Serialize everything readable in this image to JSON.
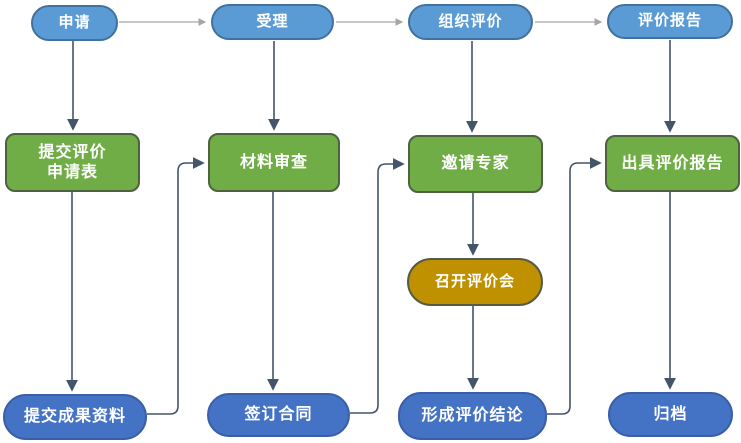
{
  "diagram": {
    "nodes": {
      "apply": {
        "label": "申请"
      },
      "accept": {
        "label": "受理"
      },
      "organize_evaluation": {
        "label": "组织评价"
      },
      "evaluation_report": {
        "label": "评价报告"
      },
      "submit_application_form": {
        "label": "提交评价\n申请表"
      },
      "material_review": {
        "label": "材料审查"
      },
      "invite_experts": {
        "label": "邀请专家"
      },
      "issue_report": {
        "label": "出具评价报告"
      },
      "hold_meeting": {
        "label": "召开评价会"
      },
      "submit_materials": {
        "label": "提交成果资料"
      },
      "sign_contract": {
        "label": "签订合同"
      },
      "form_conclusion": {
        "label": "形成评价结论"
      },
      "archive": {
        "label": "归档"
      }
    },
    "edges": [
      {
        "from": "apply",
        "to": "accept"
      },
      {
        "from": "accept",
        "to": "organize_evaluation"
      },
      {
        "from": "organize_evaluation",
        "to": "evaluation_report"
      },
      {
        "from": "apply",
        "to": "submit_application_form"
      },
      {
        "from": "accept",
        "to": "material_review"
      },
      {
        "from": "organize_evaluation",
        "to": "invite_experts"
      },
      {
        "from": "evaluation_report",
        "to": "issue_report"
      },
      {
        "from": "submit_application_form",
        "to": "submit_materials"
      },
      {
        "from": "material_review",
        "to": "sign_contract"
      },
      {
        "from": "invite_experts",
        "to": "hold_meeting"
      },
      {
        "from": "hold_meeting",
        "to": "form_conclusion"
      },
      {
        "from": "issue_report",
        "to": "archive"
      },
      {
        "from": "submit_materials",
        "to": "material_review"
      },
      {
        "from": "sign_contract",
        "to": "invite_experts"
      },
      {
        "from": "form_conclusion",
        "to": "issue_report"
      }
    ]
  },
  "colors": {
    "stage_fill": "#5B9BD5",
    "stage_border": "#41719C",
    "process_fill": "#70AD47",
    "process_border": "#4E6240",
    "milestone_fill": "#BF9000",
    "milestone_border": "#565B46",
    "result_fill": "#4472C4",
    "result_border": "#3A5FA8",
    "connector_dark": "#44546A",
    "connector_gray": "#A6A6A6",
    "text": "#FFFFFF",
    "background": "#FFFFFF"
  }
}
